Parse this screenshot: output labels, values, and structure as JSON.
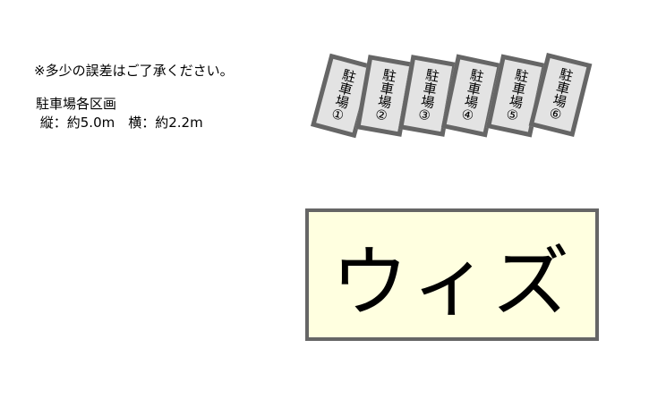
{
  "note": "※多少の誤差はご了承ください。",
  "info": {
    "title": "駐車場各区画",
    "dimensions": " 縦：約5.0m　横：約2.2m"
  },
  "slots": [
    {
      "label": "駐車場",
      "number": "①"
    },
    {
      "label": "駐車場",
      "number": "②"
    },
    {
      "label": "駐車場",
      "number": "③"
    },
    {
      "label": "駐車場",
      "number": "④"
    },
    {
      "label": "駐車場",
      "number": "⑤"
    },
    {
      "label": "駐車場",
      "number": "⑥"
    }
  ],
  "building": {
    "name": "ウィズ"
  },
  "colors": {
    "border": "#666666",
    "slot_fill": "#e3e3e3",
    "building_fill": "#ffffe0"
  }
}
